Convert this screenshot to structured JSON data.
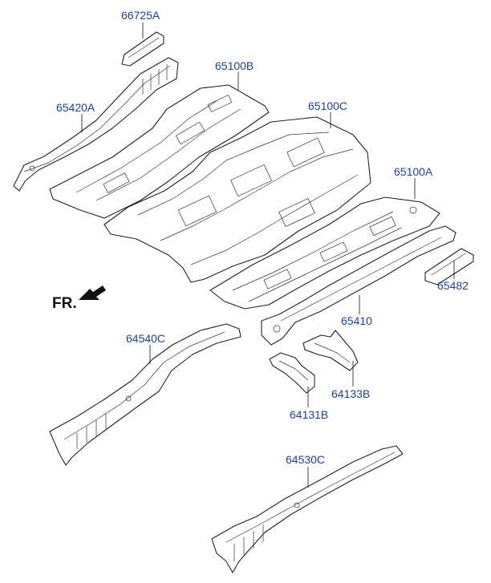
{
  "diagram": {
    "front_indicator": "FR.",
    "label_color": "#1a3fa8",
    "parts": [
      {
        "id": "p66725A",
        "number": "66725A"
      },
      {
        "id": "p65420A",
        "number": "65420A"
      },
      {
        "id": "p65100B",
        "number": "65100B"
      },
      {
        "id": "p65100C",
        "number": "65100C"
      },
      {
        "id": "p65100A",
        "number": "65100A"
      },
      {
        "id": "p65482",
        "number": "65482"
      },
      {
        "id": "p65410",
        "number": "65410"
      },
      {
        "id": "p64540C",
        "number": "64540C"
      },
      {
        "id": "p64133B",
        "number": "64133B"
      },
      {
        "id": "p64131B",
        "number": "64131B"
      },
      {
        "id": "p64530C",
        "number": "64530C"
      }
    ]
  }
}
